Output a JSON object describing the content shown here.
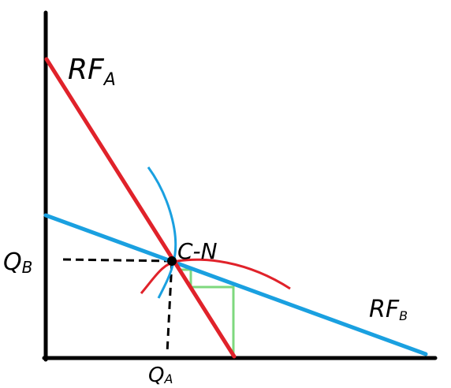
{
  "labels": {
    "rf_a": "RF",
    "rf_a_sub": "A",
    "rf_b": "RF",
    "rf_b_sub": "B",
    "equilibrium": "C-N",
    "q_b": "Q",
    "q_b_sub": "B",
    "q_a": "Q",
    "q_a_sub": "A"
  },
  "colors": {
    "axis": "#000000",
    "reaction_function_a": "#e0222a",
    "reaction_function_b": "#1aa0e0",
    "isoprofit_a": "#e0222a",
    "isoprofit_b": "#1aa0e0",
    "adjustment_path": "#7ed87e",
    "guide_lines": "#000000",
    "equilibrium_point": "#000000"
  }
}
